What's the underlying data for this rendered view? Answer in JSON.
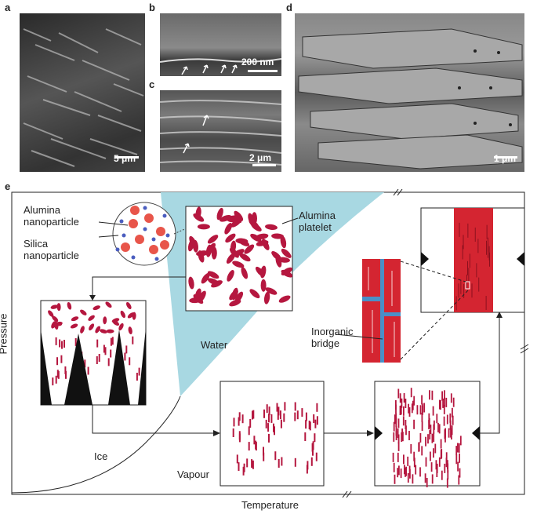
{
  "panels": {
    "a": {
      "letter": "a",
      "scale": "5 μm"
    },
    "b": {
      "letter": "b",
      "scale": "200 nm"
    },
    "c": {
      "letter": "c",
      "scale": "2 μm"
    },
    "d": {
      "letter": "d",
      "scale": "1 μm"
    },
    "e": {
      "letter": "e"
    }
  },
  "diagram": {
    "alumina_nanoparticle": "Alumina\nnanoparticle",
    "silica_nanoparticle": "Silica\nnanoparticle",
    "alumina_platelet": "Alumina\nplatelet",
    "water": "Water",
    "ice": "Ice",
    "vapour": "Vapour",
    "inorganic_bridge": "Inorganic\nbridge",
    "axis_x": "Temperature",
    "axis_y": "Pressure"
  },
  "colors": {
    "water": "#a8d8e2",
    "platelet": "#b5173f",
    "brick": "#d42531",
    "bridge": "#4a8fc7",
    "alumina_particle": "#e8554a",
    "silica_particle": "#4a5dbf"
  }
}
